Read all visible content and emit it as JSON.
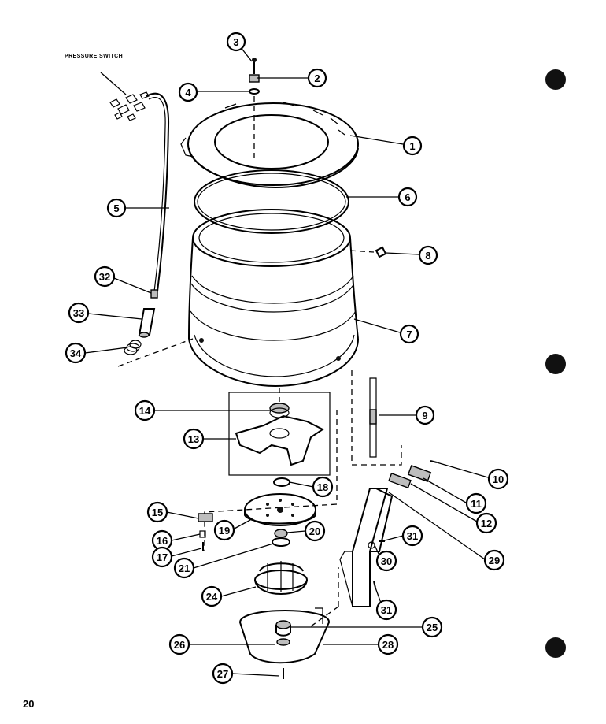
{
  "diagram": {
    "label": "PRESSURE SWITCH",
    "page_number": "20",
    "callouts": [
      {
        "id": "c1",
        "text": "1"
      },
      {
        "id": "c2",
        "text": "2"
      },
      {
        "id": "c3",
        "text": "3"
      },
      {
        "id": "c4",
        "text": "4"
      },
      {
        "id": "c5",
        "text": "5"
      },
      {
        "id": "c6",
        "text": "6"
      },
      {
        "id": "c7",
        "text": "7"
      },
      {
        "id": "c8",
        "text": "8"
      },
      {
        "id": "c9",
        "text": "9"
      },
      {
        "id": "c10",
        "text": "10"
      },
      {
        "id": "c11",
        "text": "11"
      },
      {
        "id": "c12",
        "text": "12"
      },
      {
        "id": "c13",
        "text": "13"
      },
      {
        "id": "c14",
        "text": "14"
      },
      {
        "id": "c15",
        "text": "15"
      },
      {
        "id": "c16",
        "text": "16"
      },
      {
        "id": "c17",
        "text": "17"
      },
      {
        "id": "c18",
        "text": "18"
      },
      {
        "id": "c19",
        "text": "19"
      },
      {
        "id": "c20",
        "text": "20"
      },
      {
        "id": "c21",
        "text": "21"
      },
      {
        "id": "c24",
        "text": "24"
      },
      {
        "id": "c25",
        "text": "25"
      },
      {
        "id": "c26",
        "text": "26"
      },
      {
        "id": "c27",
        "text": "27"
      },
      {
        "id": "c28",
        "text": "28"
      },
      {
        "id": "c29",
        "text": "29"
      },
      {
        "id": "c30",
        "text": "30"
      },
      {
        "id": "c31a",
        "text": "31"
      },
      {
        "id": "c31b",
        "text": "31"
      },
      {
        "id": "c32",
        "text": "32"
      },
      {
        "id": "c33",
        "text": "33"
      },
      {
        "id": "c34",
        "text": "34"
      }
    ]
  }
}
